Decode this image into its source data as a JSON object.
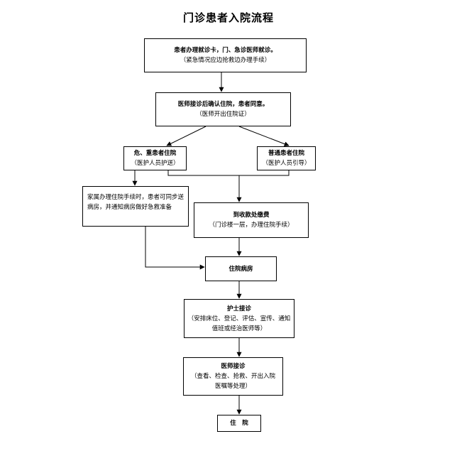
{
  "title": "门诊患者入院流程",
  "boxes": {
    "step1": {
      "heading": "患者办理就诊卡，门、急诊医师就诊。",
      "note": "（紧急情况应边抢救边办理手续）"
    },
    "step2": {
      "heading": "医师接诊后确认住院，患者同意。",
      "note": "（医师开出住院证）"
    },
    "critical": {
      "heading": "危、重患者住院",
      "note": "（医护人员护送）"
    },
    "normal": {
      "heading": "普通患者住院",
      "note": "（医护人员引导）"
    },
    "family": {
      "text": "家属办理住院手续时，患者可同步送病房，并通知病房做好急救准备"
    },
    "payment": {
      "heading": "到收款处缴费",
      "note": "（门诊楼一层，办理住院手续）"
    },
    "ward": {
      "heading": "住院病房"
    },
    "nurse": {
      "heading": "护士接诊",
      "note": "（安排床位、登记、评估、宣传、通知值班或经治医师等）"
    },
    "doctor": {
      "heading": "医师接诊",
      "note": "（查看、检查、抢救、开出入院医嘱等处理）"
    },
    "admit": {
      "heading": "住　院"
    }
  }
}
